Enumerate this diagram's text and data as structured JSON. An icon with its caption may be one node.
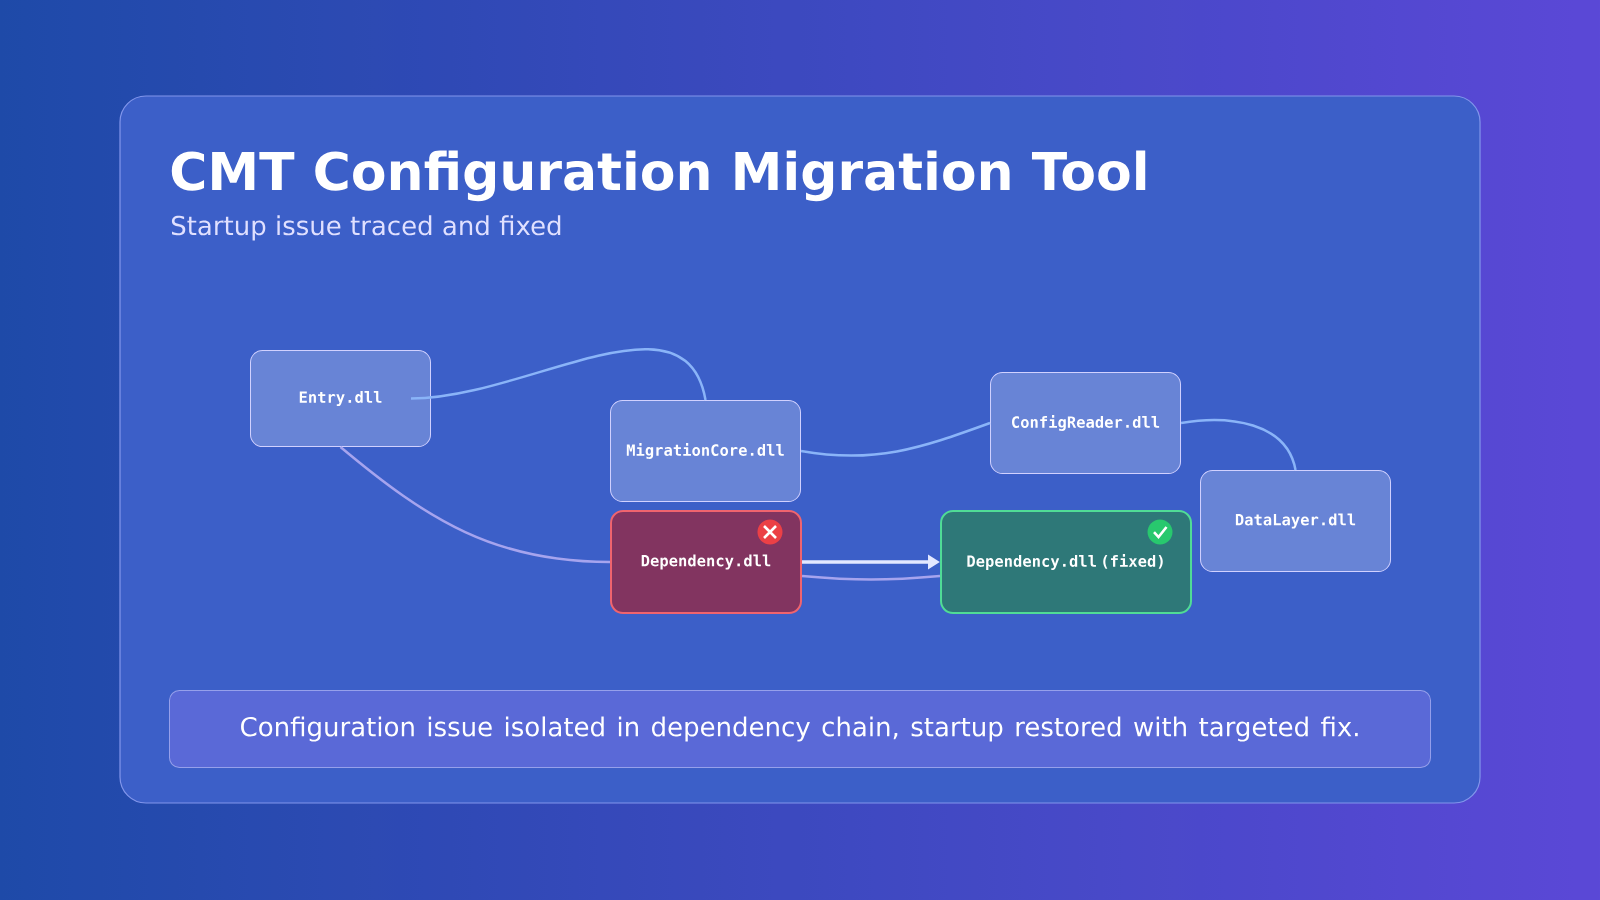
{
  "diagram": {
    "title": "CMT Configuration Migration Tool",
    "caption": "Startup issue traced and fixed",
    "nodes": [
      {
        "text": [
          "Entry.dll"
        ]
      },
      {
        "text": [
          "MigrationCore.dll"
        ]
      },
      {
        "text": [
          "Dependency.dll"
        ]
      },
      {
        "text": [
          "ConfigReader.dll"
        ]
      },
      {
        "text": [
          "Dependency.dll (fixed)"
        ]
      },
      {
        "text": [
          "DataLayer.dll"
        ]
      },
      {
        "text": [
          "Configuration issue isolated in dependency chain, startup restored with targeted fix."
        ]
      }
    ],
    "edges": [
      {
        "from": 0,
        "to": 1,
        "arrow": "none"
      },
      {
        "from": 1,
        "to": 3,
        "arrow": "none"
      },
      {
        "from": 3,
        "to": 5,
        "arrow": "none"
      },
      {
        "from": 0,
        "to": 2,
        "arrow": "none",
        "color": "#a6a4ee"
      },
      {
        "from": 2,
        "to": 4,
        "arrow": "to",
        "color": "#e3e8ff"
      },
      {
        "from": 2,
        "to": 4,
        "arrow": "none",
        "color": "#a6a4ee"
      }
    ]
  }
}
